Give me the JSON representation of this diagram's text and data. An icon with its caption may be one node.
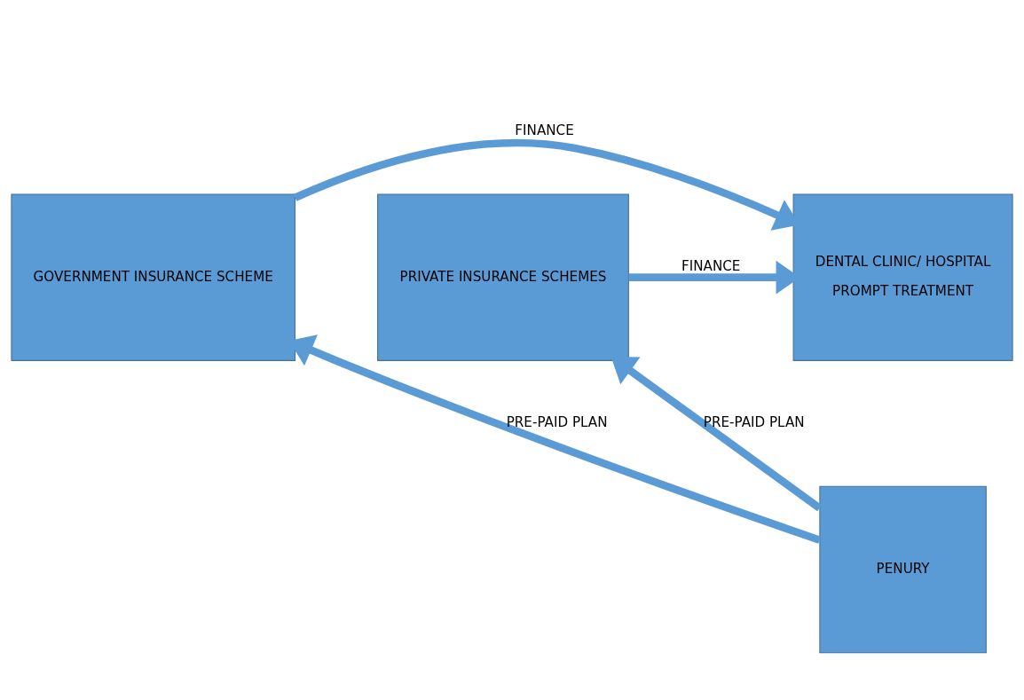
{
  "diagram": {
    "nodes": [
      {
        "text": [
          "GOVERNMENT INSURANCE SCHEME"
        ]
      },
      {
        "text": [
          "DENTAL CLINIC/ HOSPITAL",
          "PROMPT TREATMENT"
        ]
      },
      {
        "text": [
          "PRIVATE INSURANCE SCHEMES"
        ]
      },
      {
        "text": [
          "PENURY"
        ]
      }
    ],
    "edges": [
      {
        "from": 0,
        "to": 1,
        "arrow": "to",
        "label": "FINANCE"
      },
      {
        "from": 2,
        "to": 1,
        "arrow": "to",
        "label": "FINANCE"
      },
      {
        "from": 3,
        "to": 0,
        "arrow": "to",
        "label": "PRE-PAID PLAN"
      },
      {
        "from": 3,
        "to": 2,
        "arrow": "to",
        "label": "PRE-PAID PLAN"
      }
    ]
  }
}
